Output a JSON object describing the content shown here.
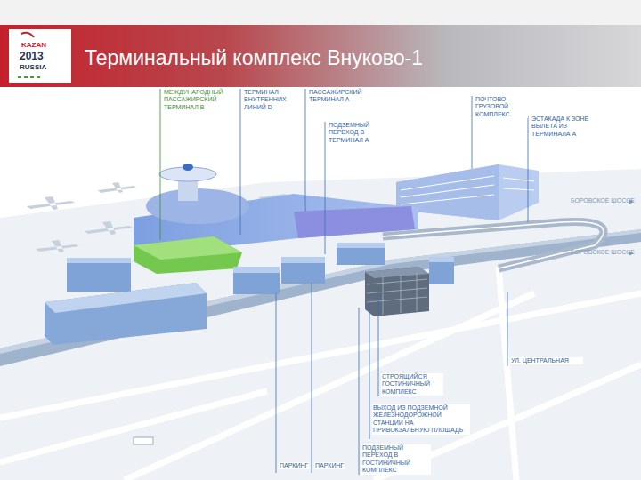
{
  "diagram": {
    "title": "Терминальный комплекс Внуково-1",
    "labels": [
      "KAZAN",
      "2013",
      "RUSSIA",
      "МЕЖДУНАРОДНЫЙ ПАССАЖИРСКИЙ ТЕРМИНАЛ В",
      "ТЕРМИНАЛ ВНУТРЕННИХ ЛИНИЙ D",
      "ПАССАЖИРСКИЙ ТЕРМИНАЛ А",
      "ПОДЗЕМНЫЙ ПЕРЕХОД В ТЕРМИНАЛ А",
      "ПОЧТОВО-ГРУЗОВОЙ КОМПЛЕКС",
      "ЭСТАКАДА К ЗОНЕ ВЫЛЕТА ИЗ ТЕРМИНАЛА А",
      "БОРОВСКОЕ ШОССЕ",
      "БОРОВСКОЕ ШОССЕ",
      "УЛ. ЦЕНТРАЛЬНАЯ",
      "СТРОЯЩИЙСЯ ГОСТИНИЧНЫЙ КОМПЛЕКС",
      "ВЫХОД ИЗ ПОДЗЕМНОЙ ЖЕЛЕЗНОДОРОЖНОЙ СТАНЦИИ НА ПРИВОКЗАЛЬНУЮ ПЛОЩАДЬ",
      "ПАРКИНГ",
      "ПАРКИНГ",
      "ПОДЗЕМНЫЙ ПЕРЕХОД В ГОСТИНИЧНЫЙ КОМПЛЕКС"
    ]
  }
}
